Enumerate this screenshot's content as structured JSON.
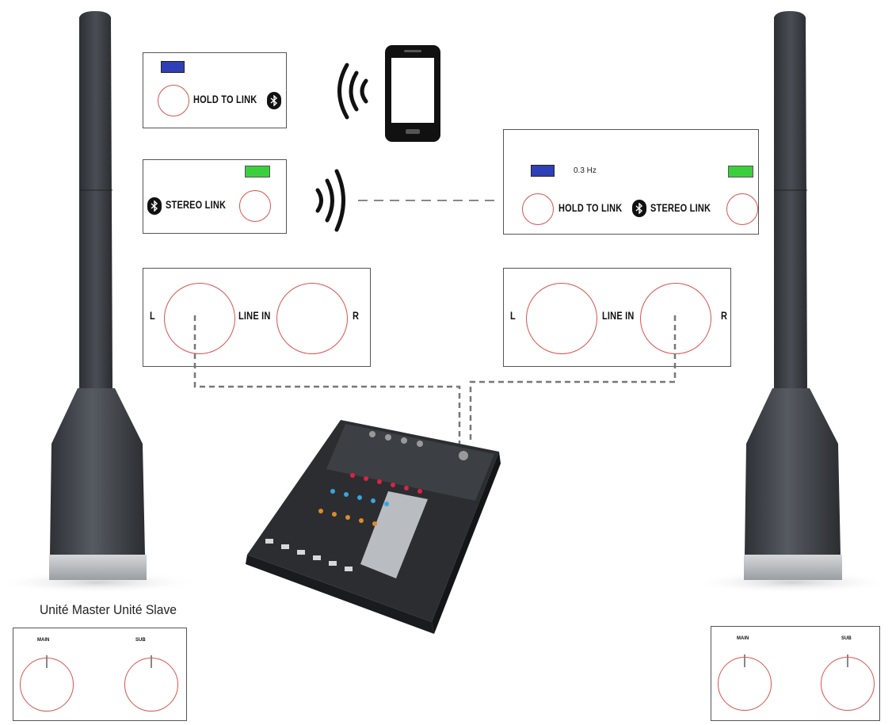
{
  "diagram": {
    "bluetooth_panel": {
      "hold_to_link_label": "HOLD TO LINK",
      "led_color": "#2f3fb8"
    },
    "master_stereo_panel": {
      "stereo_link_label": "STEREO LINK",
      "led_color": "#3ccf3c"
    },
    "slave_stereo_panel": {
      "blink_rate": "0.3 Hz",
      "hold_to_link_label": "HOLD TO LINK",
      "stereo_link_label": "STEREO LINK"
    },
    "master_line_in": {
      "left": "L",
      "center": "LINE IN",
      "right": "R"
    },
    "slave_line_in": {
      "left": "L",
      "center": "LINE IN",
      "right": "R"
    },
    "master_knobs": {
      "main": "MAIN",
      "sub": "SUB"
    },
    "slave_knobs": {
      "main": "MAIN",
      "sub": "SUB"
    },
    "caption": "Unité Master Unité Slave",
    "icons": [
      "bluetooth-icon",
      "smartphone-icon",
      "wireless-signal-icon",
      "mixer-icon",
      "speaker-column-icon"
    ],
    "colors": {
      "ring": "#d9534f",
      "speaker": "#3a3d42",
      "dashed": "#777777"
    }
  }
}
